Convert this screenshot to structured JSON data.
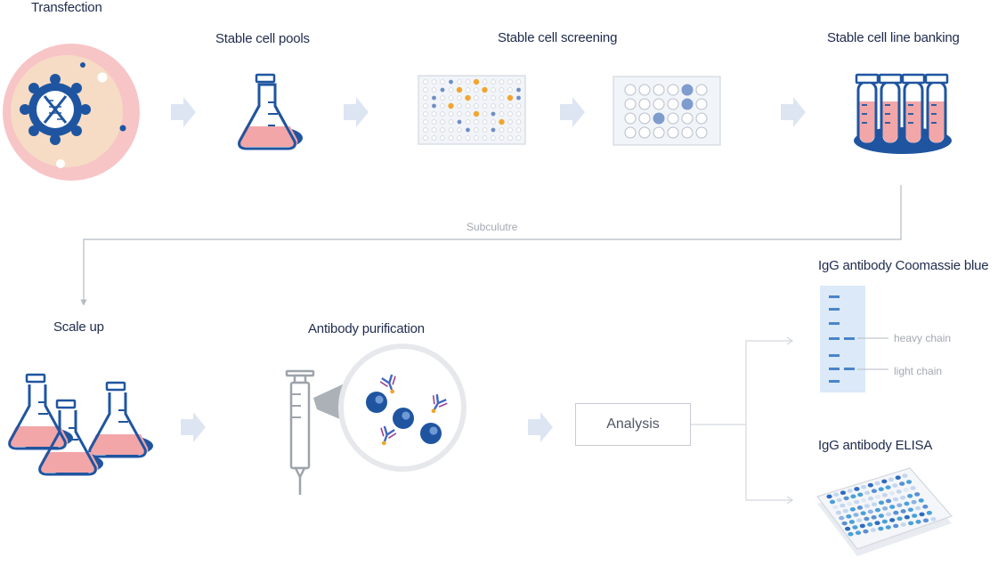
{
  "colors": {
    "navy": "#1f55a0",
    "pink": "#f2a6a8",
    "peach": "#f7dcc4",
    "orange": "#f0a630",
    "light_blue": "#dbe9f8",
    "arrow": "#dde5f3",
    "line": "#b5bac3"
  },
  "steps": {
    "transfection": "Transfection",
    "stable_pools": "Stable cell pools",
    "screening": "Stable cell screening",
    "banking": "Stable cell line banking",
    "scale_up": "Scale up",
    "purification": "Antibody purification"
  },
  "connector": {
    "subculture": "Subculutre"
  },
  "analysis": {
    "label": "Analysis",
    "coomassie_title": "IgG antibody Coomassie blue",
    "heavy_chain": "heavy chain",
    "light_chain": "light chain",
    "elisa_title": "IgG antibody ELISA"
  },
  "icons": [
    "cell-icon",
    "dna-icon",
    "flask-icon",
    "plate-icon",
    "test-tube-icon",
    "syringe-icon",
    "antibody-icon",
    "gel-icon",
    "elisa-plate-icon",
    "step-arrow-icon"
  ]
}
